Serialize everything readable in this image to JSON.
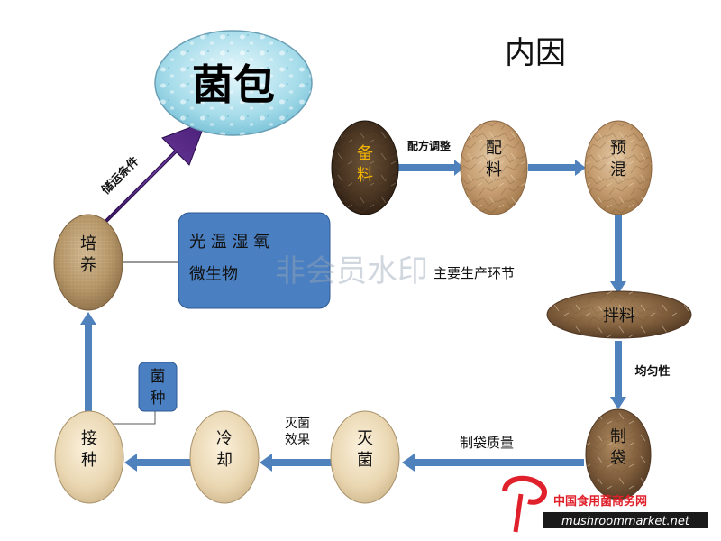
{
  "title": "内因",
  "target": "菌包",
  "nodes": {
    "beiliao": "备\n料",
    "peiliao": "配\n料",
    "yuhun": "预\n混",
    "banliao": "拌料",
    "zhidai": "制\n袋",
    "miejun": "灭\n菌",
    "lengque": "冷\n却",
    "jiezhong": "接\n种",
    "peiyang": "培\n养",
    "junzhong": "菌\n种"
  },
  "labels": {
    "peifang": "配方调整",
    "junyun": "均匀性",
    "zhidai_quality": "制袋质量",
    "miejun_effect": "灭菌\n效果",
    "chuyun": "储运条件",
    "main_process": "主要生产环节"
  },
  "factor_box": {
    "line1": "光 温 湿 氧",
    "line2": "微生物"
  },
  "watermark": "非会员水印",
  "logo": {
    "cn": "中国食用菌商务网",
    "url": "mushroommarket.net"
  },
  "colors": {
    "arrow": "#4f81bd",
    "box": "#4a7fc1",
    "purple": "#5a2a82",
    "logo_red": "#e0202a"
  }
}
